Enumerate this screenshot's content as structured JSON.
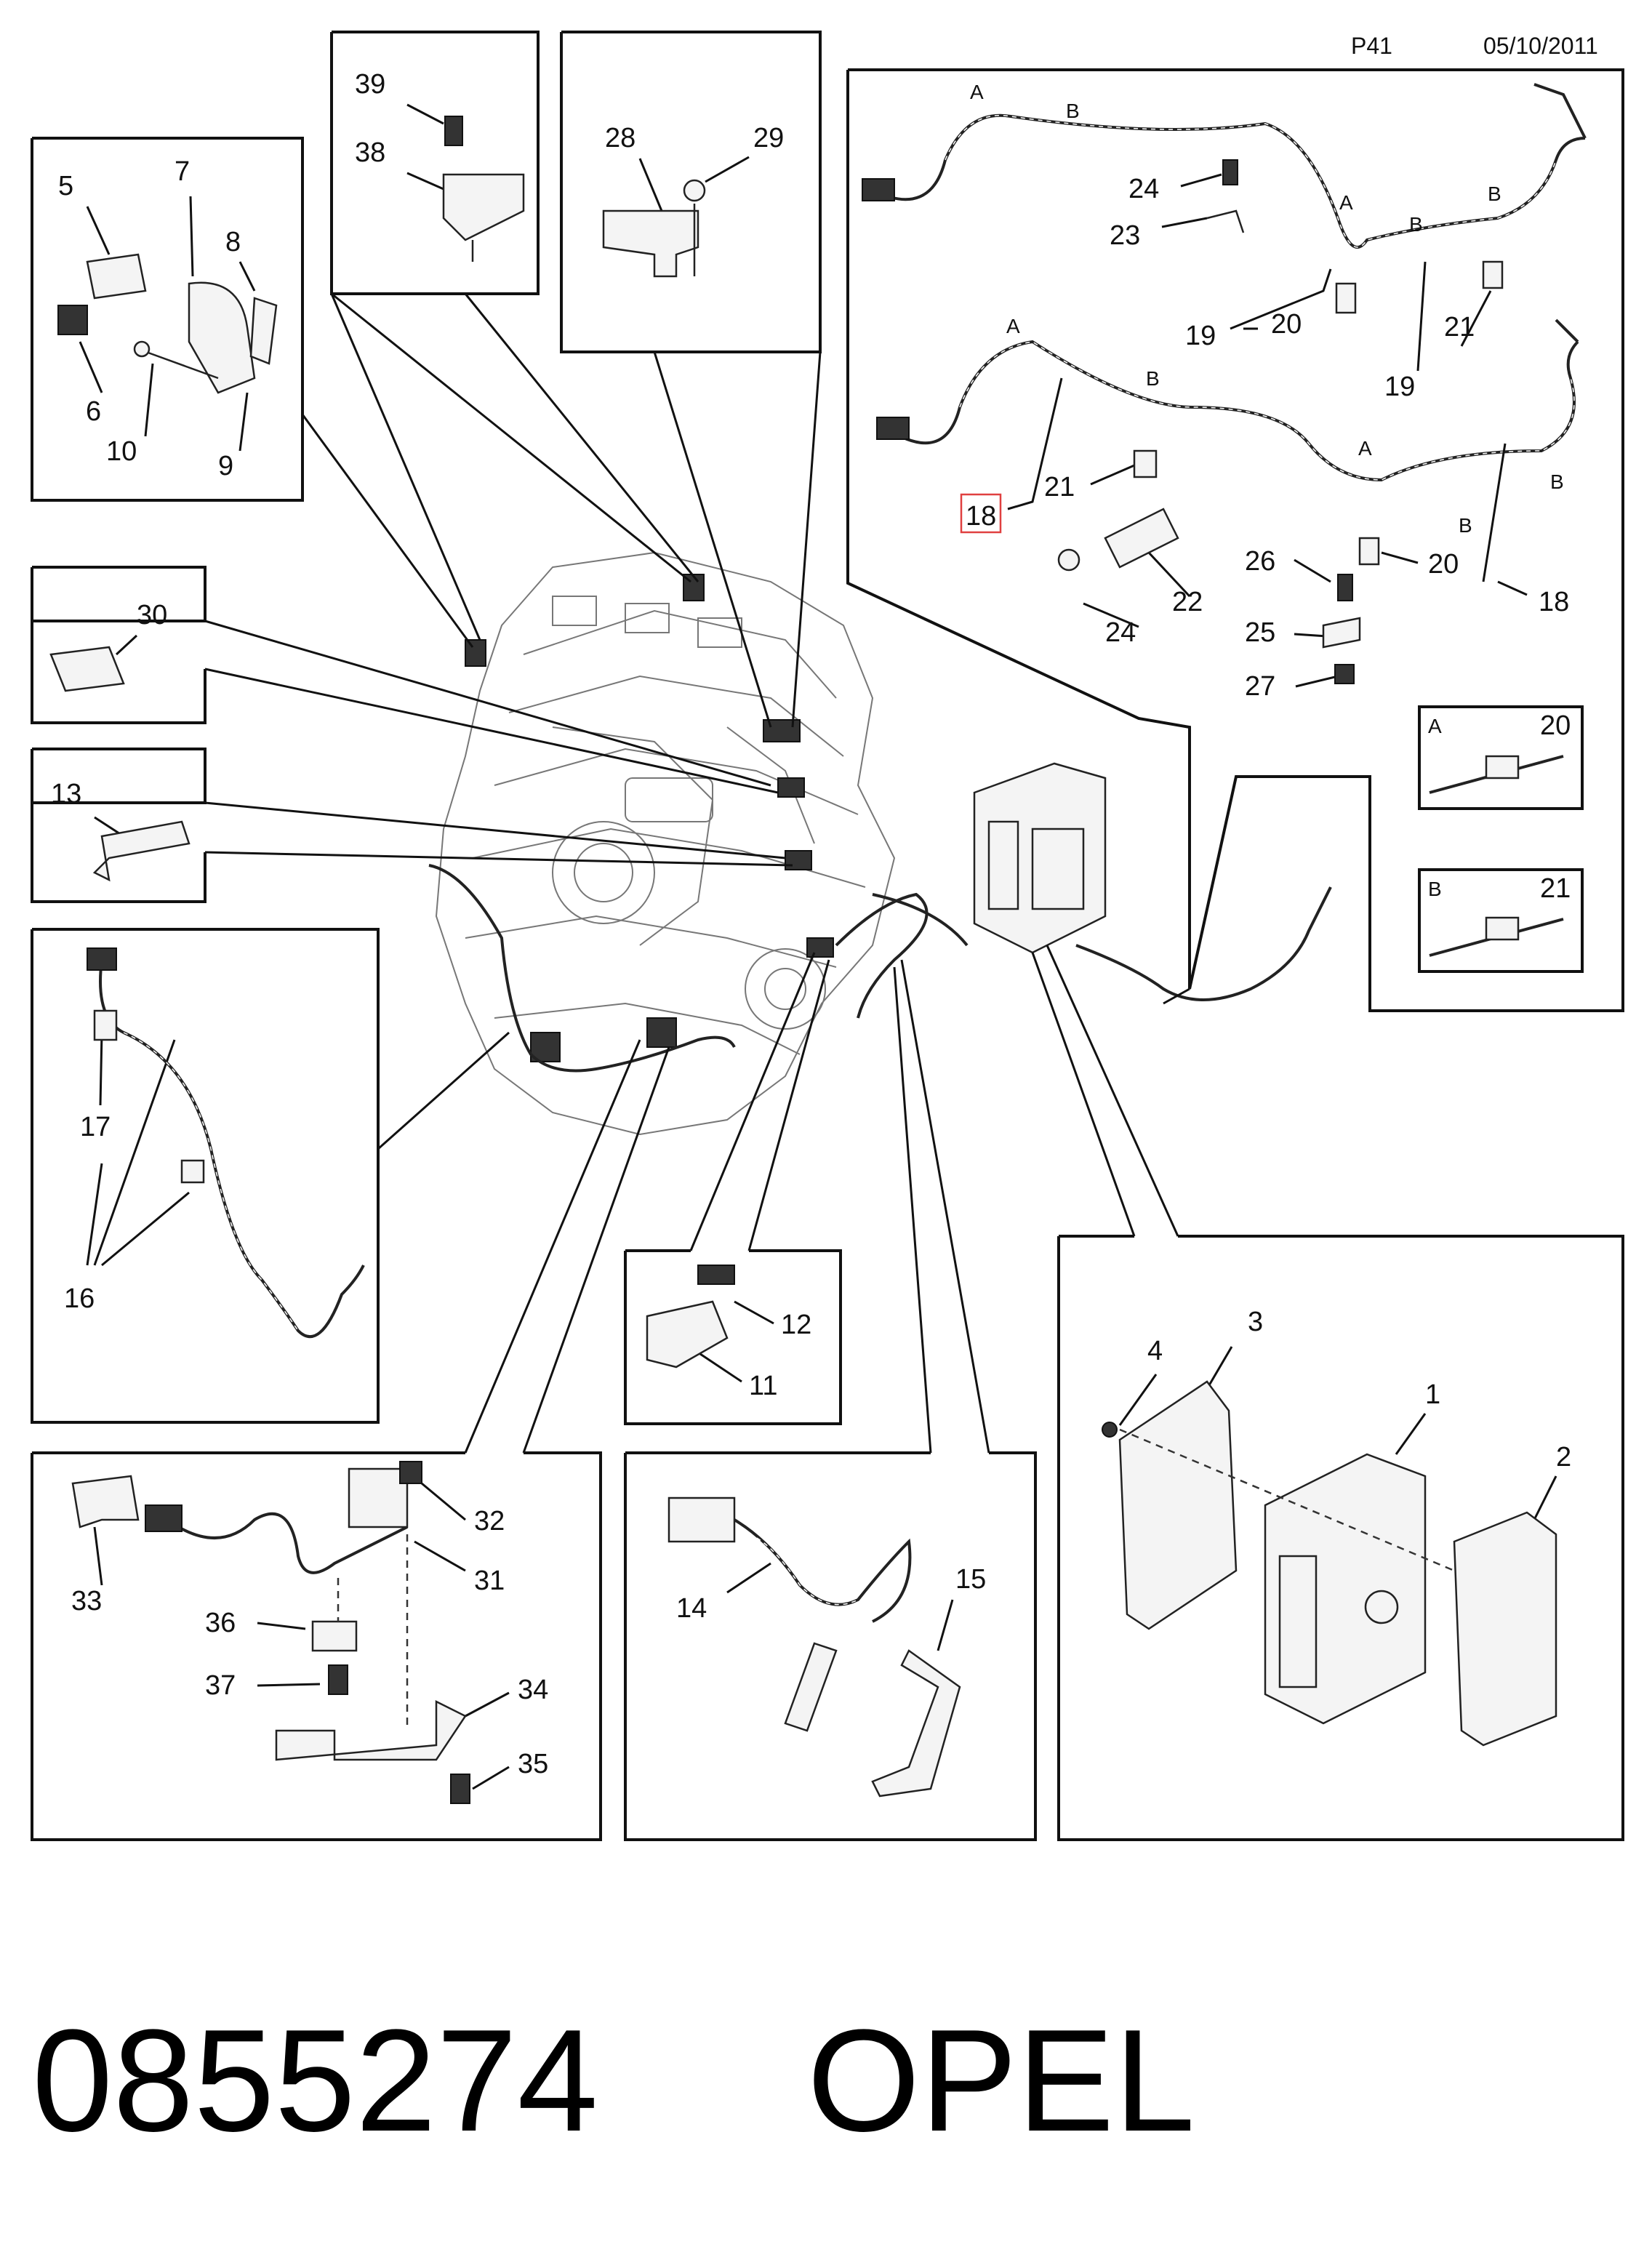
{
  "header": {
    "page_ref": "P41",
    "date": "05/10/2011"
  },
  "footer": {
    "part_number": "0855274",
    "brand": "OPEL"
  },
  "callouts": {
    "c1": "1",
    "c2": "2",
    "c3": "3",
    "c4": "4",
    "c5": "5",
    "c6": "6",
    "c7": "7",
    "c8": "8",
    "c9": "9",
    "c10": "10",
    "c11": "11",
    "c12": "12",
    "c13": "13",
    "c14": "14",
    "c15": "15",
    "c16": "16",
    "c17": "17",
    "c18": "18",
    "c19": "19",
    "c20": "20",
    "c21": "21",
    "c22": "22",
    "c23": "23",
    "c24": "24",
    "c25": "25",
    "c26": "26",
    "c27": "27",
    "c28": "28",
    "c29": "29",
    "c30": "30",
    "c31": "31",
    "c32": "32",
    "c33": "33",
    "c34": "34",
    "c35": "35",
    "c36": "36",
    "c37": "37",
    "c38": "38",
    "c39": "39"
  },
  "section_letters": {
    "a": "A",
    "b": "B"
  },
  "highlighted_callout": "18",
  "colors": {
    "line": "#111111",
    "highlight": "#e04040",
    "background": "#ffffff"
  },
  "icons": [
    "engine-illustration",
    "ecu-module-icon",
    "sensor-icon",
    "bolt-icon",
    "wire-harness-icon",
    "bracket-icon",
    "clip-icon"
  ]
}
